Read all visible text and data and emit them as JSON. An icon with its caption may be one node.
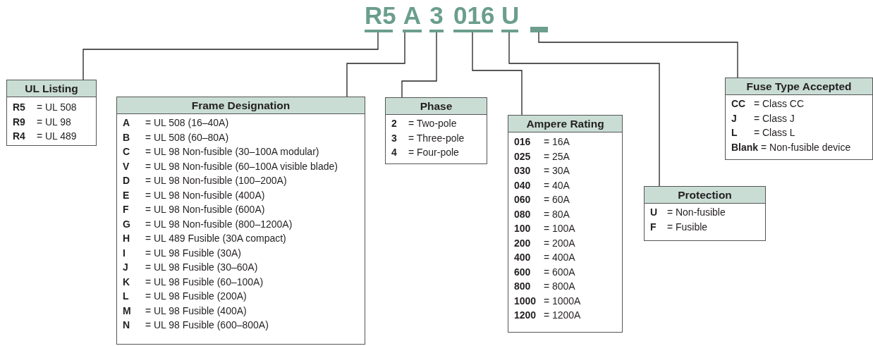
{
  "diagram": {
    "nodes": [
      {
        "text": [
          "R5"
        ]
      },
      {
        "text": [
          "A"
        ]
      },
      {
        "text": [
          "3"
        ]
      },
      {
        "text": [
          "016"
        ]
      },
      {
        "text": [
          "U"
        ]
      },
      {
        "text": [],
        "shape": "bar"
      },
      {
        "text": [
          "UL Listing",
          "**R5** = UL 508",
          "**R9** = UL 98",
          "**R4** = UL 489"
        ]
      },
      {
        "text": [
          "Frame Designation",
          "**A** = UL 508 (16–40A)",
          "**B** = UL 508 (60–80A)",
          "**C** = UL 98 Non-fusible (30–100A modular)",
          "**V** = UL 98 Non-fusible (60–100A visible blade)",
          "**D** = UL 98 Non-fusible (100–200A)",
          "**E** = UL 98 Non-fusible (400A)",
          "**F** = UL 98 Non-fusible (600A)",
          "**G** = UL 98 Non-fusible (800–1200A)",
          "**H** = UL 489 Fusible (30A compact)",
          "**I** = UL 98 Fusible (30A)",
          "**J** = UL 98 Fusible (30–60A)",
          "**K** = UL 98 Fusible (60–100A)",
          "**L** = UL 98 Fusible (200A)",
          "**M** = UL 98 Fusible (400A)",
          "**N** = UL 98 Fusible (600–800A)"
        ]
      },
      {
        "text": [
          "Phase",
          "**2** = Two-pole",
          "**3** = Three-pole",
          "**4** = Four-pole"
        ]
      },
      {
        "text": [
          "Ampere Rating",
          "**016** = 16A",
          "**025** = 25A",
          "**030** = 30A",
          "**040** = 40A",
          "**060** = 60A",
          "**080** = 80A",
          "**100** = 100A",
          "**200** = 200A",
          "**400** = 400A",
          "**600** = 600A",
          "**800** = 800A",
          "**1000** = 1000A",
          "**1200** = 1200A"
        ]
      },
      {
        "text": [
          "Protection",
          "**U** = Non-fusible",
          "**F** = Fusible"
        ]
      },
      {
        "text": [
          "Fuse Type Accepted",
          "**CC** = Class CC",
          "**J** = Class J",
          "**L** = Class L",
          "**Blank** = Non-fusible device"
        ]
      }
    ],
    "edges": [
      {
        "from": 0,
        "to": 6,
        "arrow": "none"
      },
      {
        "from": 1,
        "to": 7,
        "arrow": "none"
      },
      {
        "from": 2,
        "to": 8,
        "arrow": "none"
      },
      {
        "from": 3,
        "to": 9,
        "arrow": "none"
      },
      {
        "from": 4,
        "to": 10,
        "arrow": "none"
      },
      {
        "from": 5,
        "to": 11,
        "arrow": "none"
      }
    ]
  }
}
